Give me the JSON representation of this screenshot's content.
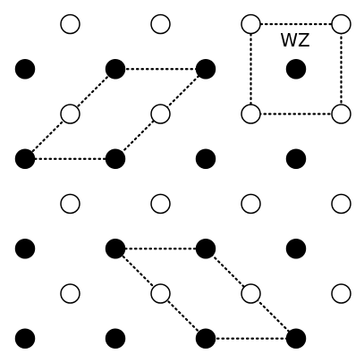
{
  "lattice": {
    "filled_atoms": [
      [
        0,
        1
      ],
      [
        1,
        1
      ],
      [
        2,
        1
      ],
      [
        3,
        1
      ],
      [
        0,
        3
      ],
      [
        1,
        3
      ],
      [
        2,
        3
      ],
      [
        3,
        3
      ],
      [
        0,
        5
      ],
      [
        1,
        5
      ],
      [
        2,
        5
      ],
      [
        3,
        5
      ],
      [
        0,
        7
      ],
      [
        1,
        7
      ],
      [
        2,
        7
      ],
      [
        3,
        7
      ]
    ],
    "open_atoms": [
      [
        0.5,
        0
      ],
      [
        1.5,
        0
      ],
      [
        2.5,
        0
      ],
      [
        3.5,
        0
      ],
      [
        0.5,
        2
      ],
      [
        1.5,
        2
      ],
      [
        2.5,
        2
      ],
      [
        3.5,
        2
      ],
      [
        0.5,
        4
      ],
      [
        1.5,
        4
      ],
      [
        2.5,
        4
      ],
      [
        3.5,
        4
      ],
      [
        0.5,
        6
      ],
      [
        1.5,
        6
      ],
      [
        2.5,
        6
      ],
      [
        3.5,
        6
      ]
    ],
    "cells": [
      {
        "name": "upper-left-parallelogram",
        "vertices": [
          [
            0,
            3
          ],
          [
            1,
            3
          ],
          [
            2,
            1
          ],
          [
            1,
            1
          ]
        ]
      },
      {
        "name": "wz-square-cell",
        "vertices": [
          [
            2.5,
            0
          ],
          [
            3.5,
            0
          ],
          [
            3.5,
            2
          ],
          [
            2.5,
            2
          ]
        ]
      },
      {
        "name": "lower-parallelogram",
        "vertices": [
          [
            1,
            5
          ],
          [
            2,
            5
          ],
          [
            3,
            7
          ],
          [
            2,
            7
          ]
        ]
      }
    ]
  },
  "labels": {
    "wz": "WZ"
  },
  "colors": {
    "atom_fill": "#000000",
    "atom_open_fill": "#ffffff",
    "line": "#000000",
    "background": "#ffffff"
  }
}
